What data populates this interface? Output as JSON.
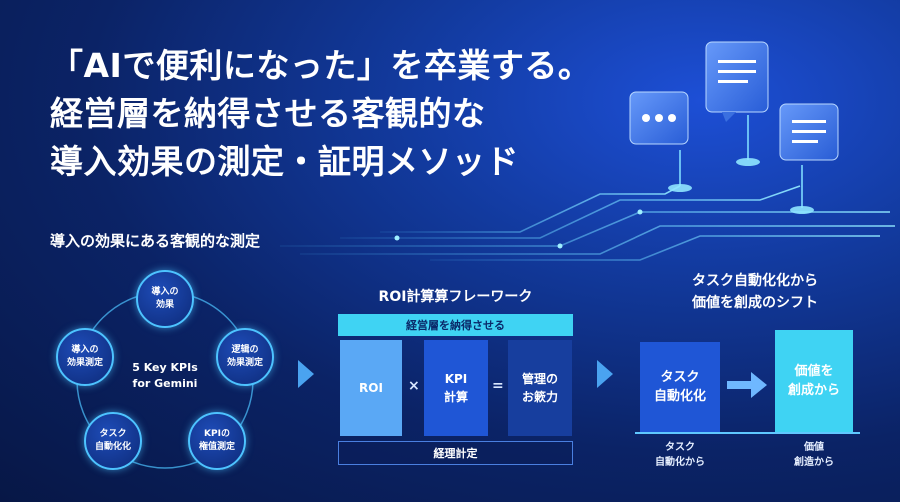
{
  "headline": {
    "line1": "「AIで便利になった」を卒業する。",
    "line2": "経営層を納得させる客観的な",
    "line3": "導入効果の測定・証明メソッド"
  },
  "subheading": "導入の効果にある客観的な測定",
  "kpi_wheel": {
    "center": "5 Key KPIs\nfor Gemini",
    "nodes": [
      "導入の\n効果",
      "逻辑の\n効果測定",
      "KPIの\n権值測定",
      "タスク\n自動化化",
      "導入の\n効果測定"
    ]
  },
  "roi_framework": {
    "title": "ROI計算算フレーワーク",
    "band": "経営層を納得させる",
    "box_roi": "ROI",
    "op_multiply": "×",
    "box_kpi": "KPI\n計算",
    "op_equals": "=",
    "box_mgmt": "管理の\nお簌力",
    "footer": "経理計定"
  },
  "shift": {
    "title_line1": "タスク自動化化から",
    "title_line2": "価値を創成のシフト",
    "box_from": "タスク\n自動化化",
    "box_to": "価値を\n創成から",
    "label_from": "タスク\n自動化から",
    "label_to": "価値\n創造から"
  },
  "colors": {
    "background": "#0b2366",
    "accent_cyan": "#3fd3f3",
    "glow": "#4dc3ff",
    "box_blue": "#1f56d6",
    "box_light": "#5aa8f5"
  },
  "icons": [
    "chat-bubble-dots-icon",
    "chat-bubble-lines-icon",
    "chat-bubble-icon"
  ]
}
